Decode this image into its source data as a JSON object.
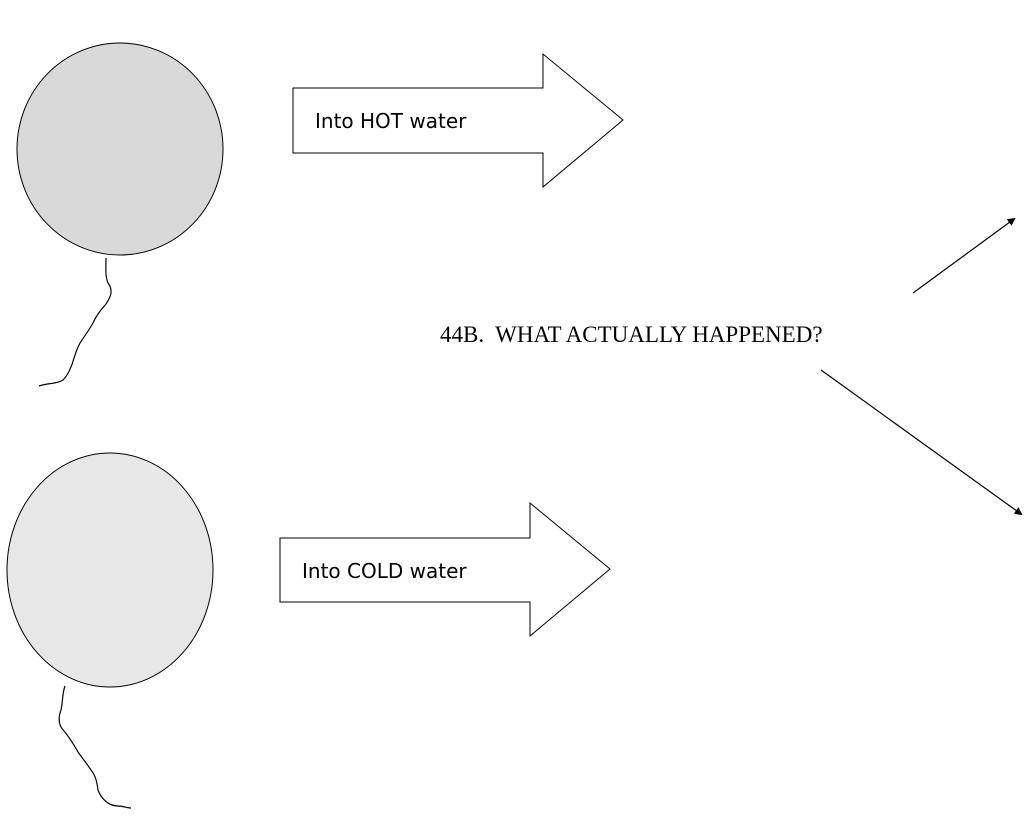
{
  "diagram": {
    "balloons": [
      {
        "id": "hot",
        "fill": "#d9d9d9"
      },
      {
        "id": "cold",
        "fill": "#e7e7e7"
      }
    ],
    "arrows": [
      {
        "label": "Into HOT water"
      },
      {
        "label": "Into COLD water"
      }
    ],
    "question": "44B.  WHAT ACTUALLY HAPPENED?",
    "colors": {
      "stroke": "#000000",
      "arrow_fill": "#ffffff"
    }
  }
}
